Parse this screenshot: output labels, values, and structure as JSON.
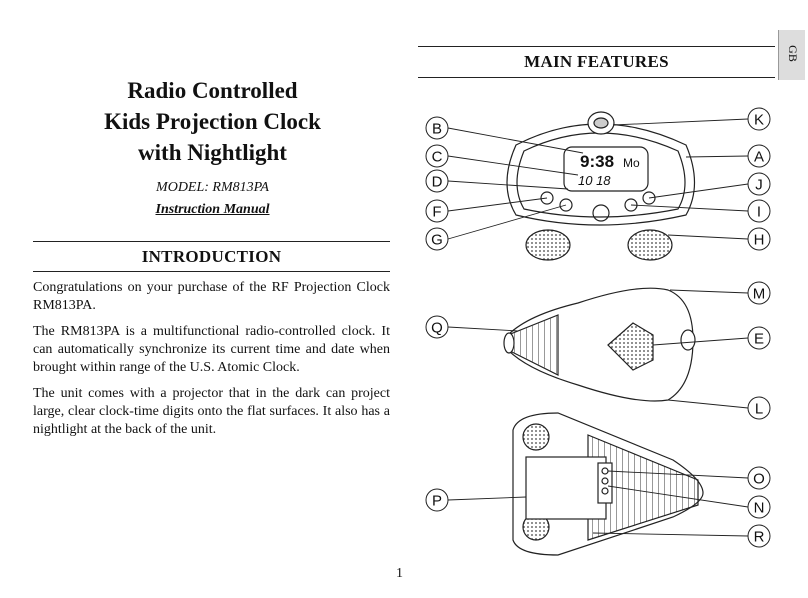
{
  "title_lines": [
    "Radio Controlled",
    "Kids Projection Clock",
    "with Nightlight"
  ],
  "model": "MODEL: RM813PA",
  "manual": "Instruction  Manual",
  "intro_heading": "INTRODUCTION",
  "intro_paragraphs": [
    "Congratulations on your purchase of the RF Projection Clock RM813PA.",
    "The RM813PA is a multifunctional radio-controlled clock. It can automatically synchronize its current time and date when brought within range of the U.S. Atomic Clock.",
    "The unit comes with a projector that in the dark can project large, clear clock-time digits onto the flat surfaces. It also has a nightlight at the back of the unit."
  ],
  "features_heading": "MAIN  FEATURES",
  "side_tab": "GB",
  "page_number": "1",
  "lcd": {
    "time": "9:38",
    "day": "Mo",
    "date": "10  18"
  },
  "callouts": {
    "B": "B",
    "C": "C",
    "D": "D",
    "F": "F",
    "G": "G",
    "K": "K",
    "A": "A",
    "J": "J",
    "I": "I",
    "H": "H",
    "M": "M",
    "Q": "Q",
    "E": "E",
    "L": "L",
    "O": "O",
    "P": "P",
    "N": "N",
    "R": "R"
  }
}
